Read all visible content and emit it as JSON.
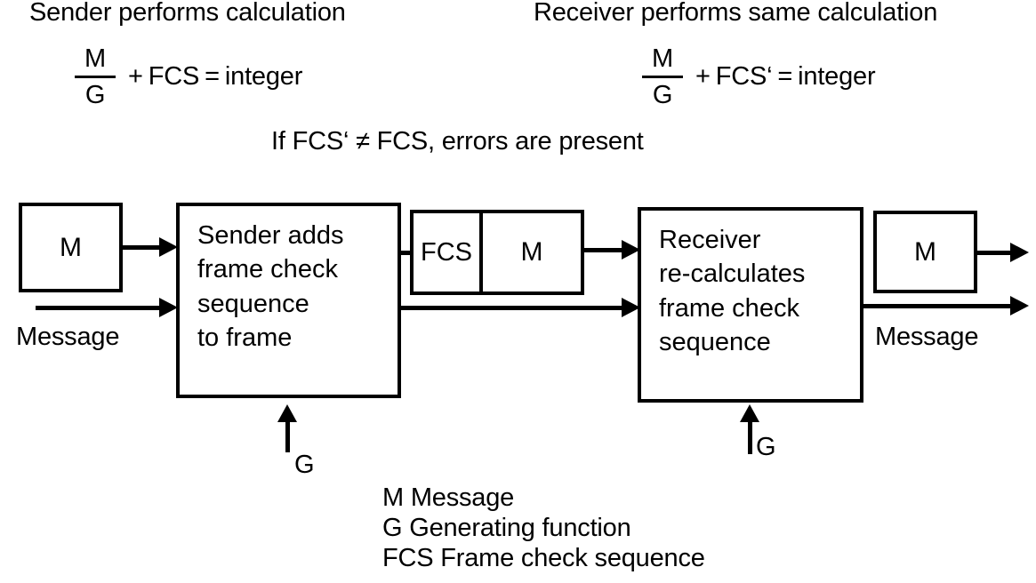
{
  "sender_side": {
    "heading": "Sender performs calculation",
    "formula": {
      "numerator": "M",
      "denominator": "G",
      "plus": "+",
      "term": "FCS",
      "equals": "=",
      "result": "integer"
    }
  },
  "receiver_side": {
    "heading": "Receiver performs same calculation",
    "formula": {
      "numerator": "M",
      "denominator": "G",
      "plus": "+",
      "term": "FCS‘",
      "equals": "=",
      "result": "integer"
    }
  },
  "condition_note": "If FCS‘ ≠ FCS, errors are present",
  "diagram": {
    "input_message_box": "M",
    "input_message_label": "Message",
    "sender_process": {
      "line1": "Sender adds",
      "line2": "frame check",
      "line3": "sequence",
      "line4": "to frame"
    },
    "frame_box": {
      "fcs_field": "FCS",
      "message_field": "M"
    },
    "receiver_process": {
      "line1": "Receiver",
      "line2": "re-calculates",
      "line3": "frame check",
      "line4": "sequence"
    },
    "output_message_box": "M",
    "output_message_label": "Message",
    "sender_generator_label": "G",
    "receiver_generator_label": "G"
  },
  "legend": {
    "line1": "M Message",
    "line2": "G Generating function",
    "line3": "FCS Frame check sequence"
  },
  "colors": {
    "stroke": "#000000",
    "background": "#ffffff"
  }
}
